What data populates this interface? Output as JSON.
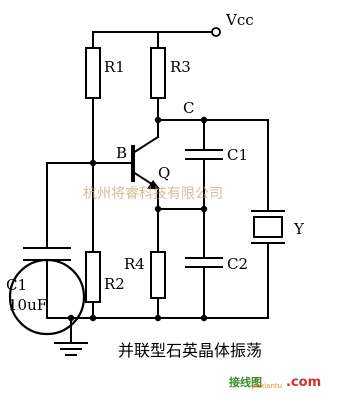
{
  "labels": {
    "vcc": "Vcc",
    "r1": "R1",
    "r2": "R2",
    "r3": "R3",
    "r4": "R4",
    "b": "B",
    "c": "C",
    "q": "Q",
    "c1": "C1",
    "c2": "C2",
    "y": "Y",
    "c1_left": "C1",
    "cap_value": "10uF"
  },
  "caption": "并联型石英晶体振荡",
  "watermark": "杭州将睿科技有限公司",
  "logo": {
    "brand": "接线图",
    "domain": ".com",
    "url": "jiexiantu",
    "colors": {
      "green": "#3a8f2e",
      "red": "#d2322d",
      "orange": "#e08a1e"
    }
  }
}
